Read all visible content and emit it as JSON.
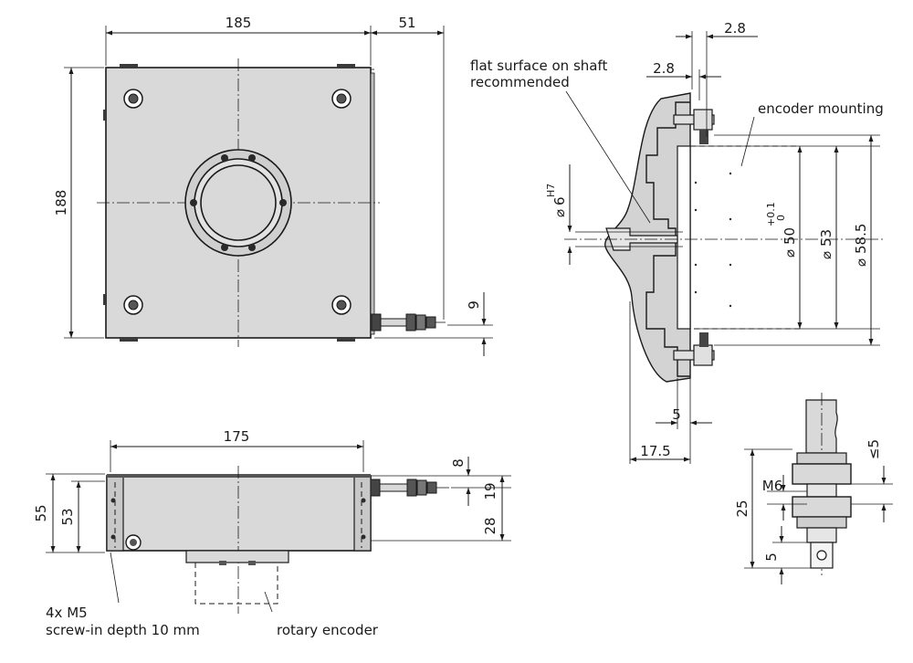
{
  "top_view": {
    "width_label": "185",
    "offset_label": "51",
    "height_label": "188",
    "cable_offset_label": "9"
  },
  "side_view": {
    "length_label": "175",
    "height_outer_label": "55",
    "height_inner_label": "53",
    "cable_height_label": "8",
    "label_19": "19",
    "label_28": "28",
    "screws_note_line1": "4x M5",
    "screws_note_line2": "screw-in depth 10 mm",
    "encoder_label": "rotary encoder"
  },
  "section_view": {
    "flat_note_line1": "flat surface on shaft",
    "flat_note_line2": "recommended",
    "dim_2_8_top": "2.8",
    "dim_2_8_mid": "2.8",
    "encoder_mounting": "encoder mounting",
    "shaft_dia": "6",
    "shaft_fit": "H7",
    "bore_50": "50",
    "bore_50_tol_upper": "+0.1",
    "bore_50_tol_lower": "0",
    "bore_53": "53",
    "bore_58_5": "58.5",
    "depth_5": "5",
    "depth_17_5": "17.5",
    "diameter_symbol": "⌀"
  },
  "connector_view": {
    "length_label": "25",
    "thread_label": "M6",
    "nut_label": "≤5",
    "pin_label": "5"
  }
}
